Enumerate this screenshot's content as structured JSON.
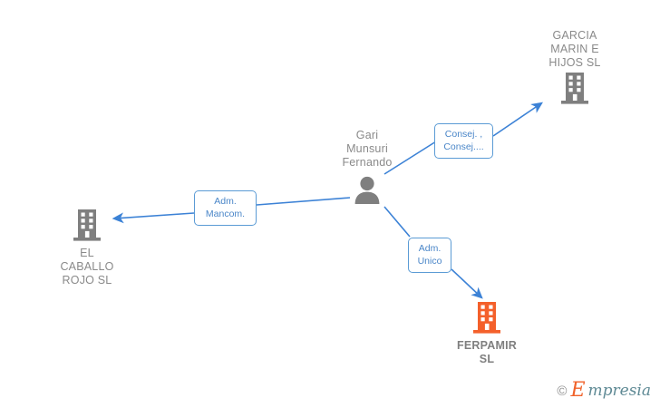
{
  "diagram": {
    "type": "entity-relationship-graph",
    "background_color": "#ffffff",
    "edge_color": "#3c82d6",
    "label_border_color": "#5b9bd5",
    "label_text_color": "#4a86c8",
    "node_text_color": "#8a8a8a",
    "highlight_color": "#f4602b",
    "neutral_icon_color": "#7f7f7f"
  },
  "nodes": [
    {
      "id": "garcia",
      "label": "GARCIA\nMARIN E\nHIJOS  SL",
      "icon": "building-icon",
      "kind": "company",
      "highlighted": false
    },
    {
      "id": "person",
      "label": "Gari\nMunsuri\nFernando",
      "icon": "person-icon",
      "kind": "person",
      "highlighted": false
    },
    {
      "id": "caballo",
      "label": "EL\nCABALLO\nROJO  SL",
      "icon": "building-icon",
      "kind": "company",
      "highlighted": false
    },
    {
      "id": "ferpamir",
      "label": "FERPAMIR\nSL",
      "icon": "building-icon",
      "kind": "company",
      "highlighted": true
    }
  ],
  "edges": [
    {
      "id": "edge-consejero",
      "from": "person",
      "to": "garcia",
      "label": "Consej. ,\nConsej...."
    },
    {
      "id": "edge-adm-mancom",
      "from": "person",
      "to": "caballo",
      "label": "Adm.\nMancom."
    },
    {
      "id": "edge-adm-unico",
      "from": "person",
      "to": "ferpamir",
      "label": "Adm.\nUnico"
    }
  ],
  "watermark": {
    "copyright": "©",
    "brand_initial": "E",
    "brand_rest": "mpresia"
  }
}
